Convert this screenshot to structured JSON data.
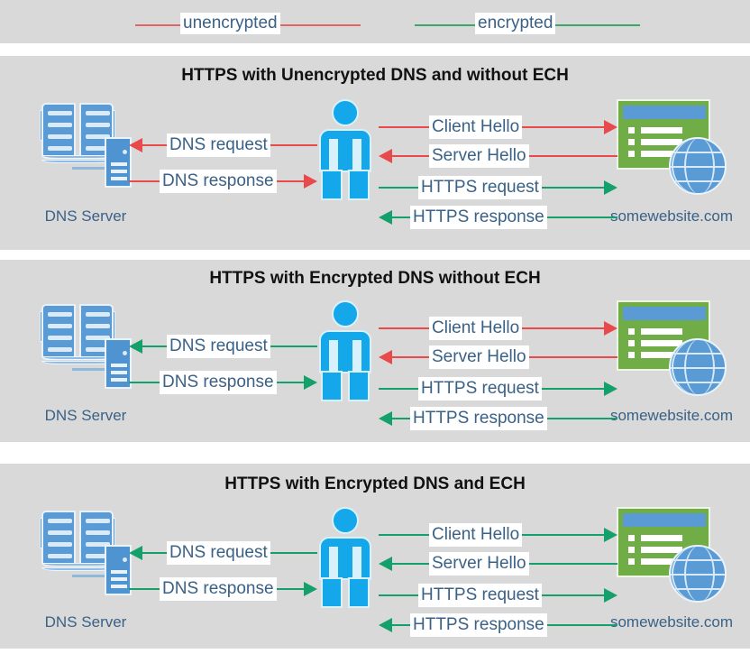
{
  "legend": {
    "items": [
      {
        "label": "unencrypted",
        "color": "#e06666",
        "name": "legend-unencrypted"
      },
      {
        "label": "encrypted",
        "color": "#3aa86b",
        "name": "legend-encrypted"
      }
    ]
  },
  "colors": {
    "panel_background": "#d9d9d9",
    "page_background": "#ffffff",
    "unencrypted": "#e8494a",
    "encrypted": "#14a06a",
    "text_blue": "#3a6186",
    "person": "#14a7ea",
    "website_green": "#70ad47",
    "server_blue": "#5b9bd5"
  },
  "nodes": {
    "dns_server_label": "DNS Server",
    "website_label": "somewebsite.com",
    "dns_icon": "dns-server-icon",
    "person_icon": "user-person-icon",
    "site_icon": "website-globe-icon"
  },
  "panels": [
    {
      "title": "HTTPS with Unencrypted DNS and without ECH",
      "flows": [
        {
          "label": "DNS request",
          "dir": "left",
          "encrypted": false,
          "side": "left"
        },
        {
          "label": "DNS response",
          "dir": "right",
          "encrypted": false,
          "side": "left"
        },
        {
          "label": "Client Hello",
          "dir": "right",
          "encrypted": false,
          "side": "right"
        },
        {
          "label": "Server Hello",
          "dir": "left",
          "encrypted": false,
          "side": "right"
        },
        {
          "label": "HTTPS request",
          "dir": "right",
          "encrypted": true,
          "side": "right"
        },
        {
          "label": "HTTPS response",
          "dir": "left",
          "encrypted": true,
          "side": "right"
        }
      ]
    },
    {
      "title": "HTTPS with Encrypted DNS without ECH",
      "flows": [
        {
          "label": "DNS request",
          "dir": "left",
          "encrypted": true,
          "side": "left"
        },
        {
          "label": "DNS response",
          "dir": "right",
          "encrypted": true,
          "side": "left"
        },
        {
          "label": "Client Hello",
          "dir": "right",
          "encrypted": false,
          "side": "right"
        },
        {
          "label": "Server Hello",
          "dir": "left",
          "encrypted": false,
          "side": "right"
        },
        {
          "label": "HTTPS request",
          "dir": "right",
          "encrypted": true,
          "side": "right"
        },
        {
          "label": "HTTPS response",
          "dir": "left",
          "encrypted": true,
          "side": "right"
        }
      ]
    },
    {
      "title": "HTTPS with Encrypted DNS and ECH",
      "flows": [
        {
          "label": "DNS request",
          "dir": "left",
          "encrypted": true,
          "side": "left"
        },
        {
          "label": "DNS response",
          "dir": "right",
          "encrypted": true,
          "side": "left"
        },
        {
          "label": "Client Hello",
          "dir": "right",
          "encrypted": true,
          "side": "right"
        },
        {
          "label": "Server Hello",
          "dir": "left",
          "encrypted": true,
          "side": "right"
        },
        {
          "label": "HTTPS request",
          "dir": "right",
          "encrypted": true,
          "side": "right"
        },
        {
          "label": "HTTPS response",
          "dir": "left",
          "encrypted": true,
          "side": "right"
        }
      ]
    }
  ]
}
